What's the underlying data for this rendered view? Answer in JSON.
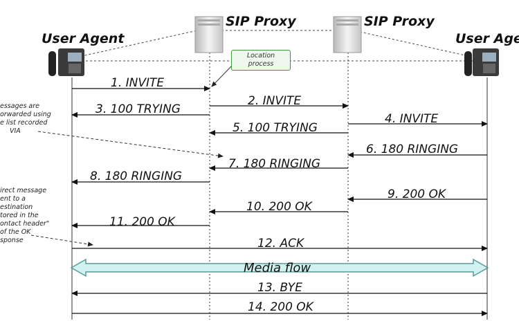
{
  "actors": {
    "ua_left": "User Agent",
    "proxy_1": "SIP Proxy",
    "proxy_2": "SIP Proxy",
    "ua_right": "User Agen"
  },
  "location_box": {
    "line1": "Location",
    "line2": "process"
  },
  "notes": {
    "via": [
      "essages are",
      "orwarded using",
      "e list recorded",
      "VIA"
    ],
    "contact": [
      "irect message",
      "ent to a",
      "estination",
      "tored in the",
      "ontact header\"",
      "of the OK",
      "sponse"
    ]
  },
  "messages": [
    {
      "label": "1. INVITE"
    },
    {
      "label": "2. INVITE"
    },
    {
      "label": "3. 100 TRYING"
    },
    {
      "label": "4. INVITE"
    },
    {
      "label": "5. 100 TRYING"
    },
    {
      "label": "6. 180 RINGING"
    },
    {
      "label": "7. 180 RINGING"
    },
    {
      "label": "8. 180 RINGING"
    },
    {
      "label": "9. 200 OK"
    },
    {
      "label": "10. 200 OK"
    },
    {
      "label": "11. 200 OK"
    },
    {
      "label": "12. ACK"
    },
    {
      "label": "13. BYE"
    },
    {
      "label": "14. 200 OK"
    }
  ],
  "media_flow": "Media flow",
  "colors": {
    "line": "#111111",
    "lifeline": "#555555",
    "media_fill": "#d2f2f2",
    "media_stroke": "#5a9a9a",
    "loc_border": "#3a9a3a"
  }
}
